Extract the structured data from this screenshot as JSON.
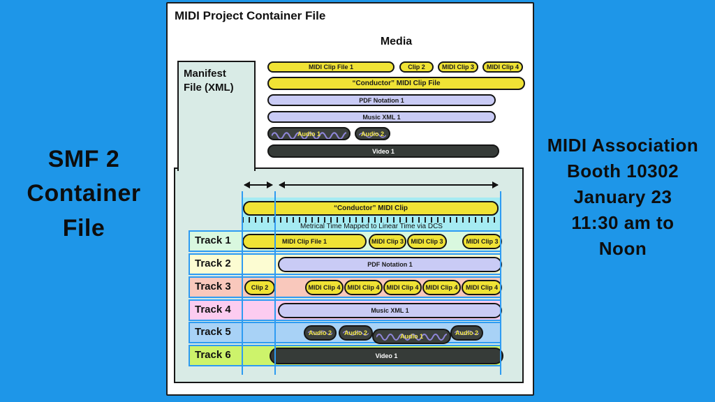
{
  "colors": {
    "background": "#1e96e8",
    "panel_fill": "#d9ebe6",
    "cyan_strip": "#a5ebf2",
    "timeline_guides": "#2e9bf2",
    "clip_yellow": "#f0e335",
    "clip_lavender": "#c9cbf5",
    "clip_dark": "#3b403d",
    "video_green": "#2f9e4c",
    "track_backgrounds": [
      "#d9f8df",
      "#fcfcd2",
      "#f9c8bc",
      "#fcccf0",
      "#a8d2f6",
      "#cdf36b"
    ]
  },
  "captions": {
    "left": {
      "lines": [
        "SMF 2",
        "Container",
        "File"
      ]
    },
    "right": {
      "lines": [
        "MIDI Association",
        "Booth 10302",
        "January 23",
        "11:30 am to",
        "Noon"
      ]
    }
  },
  "diagram": {
    "title": "MIDI Project Container File",
    "media_heading": "Media",
    "manifest": {
      "line1": "Manifest",
      "line2": "File (XML)"
    }
  },
  "media": {
    "row1": [
      "MIDI Clip File 1",
      "Clip 2",
      "MIDI Clip 3",
      "MIDI Clip 4"
    ],
    "conductor": "“Conductor” MIDI Clip File",
    "pdf": "PDF Notation 1",
    "musicxml": "Music XML 1",
    "audio1": "Audio 1",
    "audio2": "Audio 2",
    "video": "Video 1"
  },
  "timeline": {
    "conductor_clip": "“Conductor” MIDI Clip",
    "ruler_caption": "Metrical Time Mapped to Linear Time via DCS",
    "tracks": [
      {
        "label": "Track 1",
        "clips": [
          "MIDI Clip File 1",
          "MIDI Clip 3",
          "MIDI Clip 3",
          "MIDI Clip 3"
        ]
      },
      {
        "label": "Track 2",
        "clips": [
          "PDF Notation 1"
        ]
      },
      {
        "label": "Track 3",
        "clips": [
          "Clip 2",
          "MIDI Clip 4",
          "MIDI Clip 4",
          "MIDI Clip 4",
          "MIDI Clip 4",
          "MIDI Clip 4"
        ]
      },
      {
        "label": "Track 4",
        "clips": [
          "Music XML 1"
        ]
      },
      {
        "label": "Track 5",
        "clips": [
          "Audio 2",
          "Audio 2",
          "Audio 1",
          "Audio 2"
        ]
      },
      {
        "label": "Track 6",
        "clips": [
          "Video 1"
        ]
      }
    ]
  }
}
